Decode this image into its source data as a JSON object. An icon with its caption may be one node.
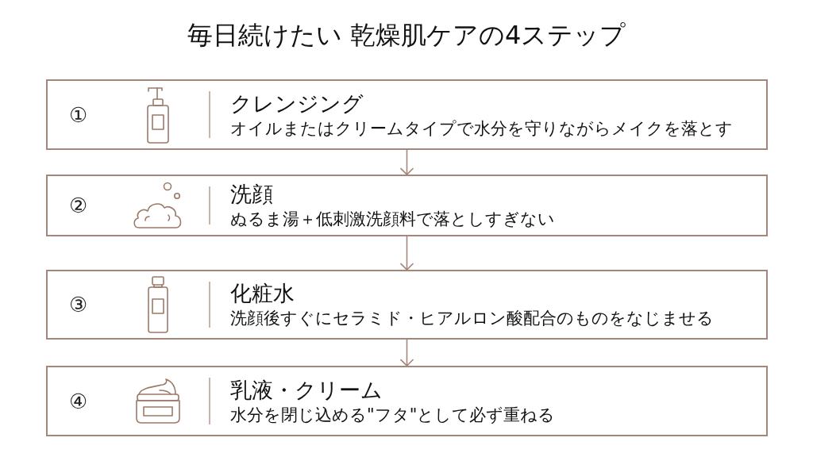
{
  "diagram": {
    "title": "毎日続けたい 乾燥肌ケアの4ステップ",
    "nodes": [
      {
        "text": [
          "①",
          "クレンジング",
          "オイルまたはクリームタイプで水分を守りながらメイクを落とす"
        ]
      },
      {
        "text": [
          "②",
          "洗顔",
          "ぬるま湯＋低刺激洗顔料で落としすぎない"
        ]
      },
      {
        "text": [
          "③",
          "化粧水",
          "洗顔後すぐにセラミド・ヒアルロン酸配合のものをなじませる"
        ]
      },
      {
        "text": [
          "④",
          "乳液・クリーム",
          "水分を閉じ込める\"フタ\"として必ず重ねる"
        ]
      }
    ],
    "edges": [
      {
        "from": 0,
        "to": 1,
        "arrow": "to"
      },
      {
        "from": 1,
        "to": 2,
        "arrow": "to"
      },
      {
        "from": 2,
        "to": 3,
        "arrow": "to"
      }
    ]
  }
}
